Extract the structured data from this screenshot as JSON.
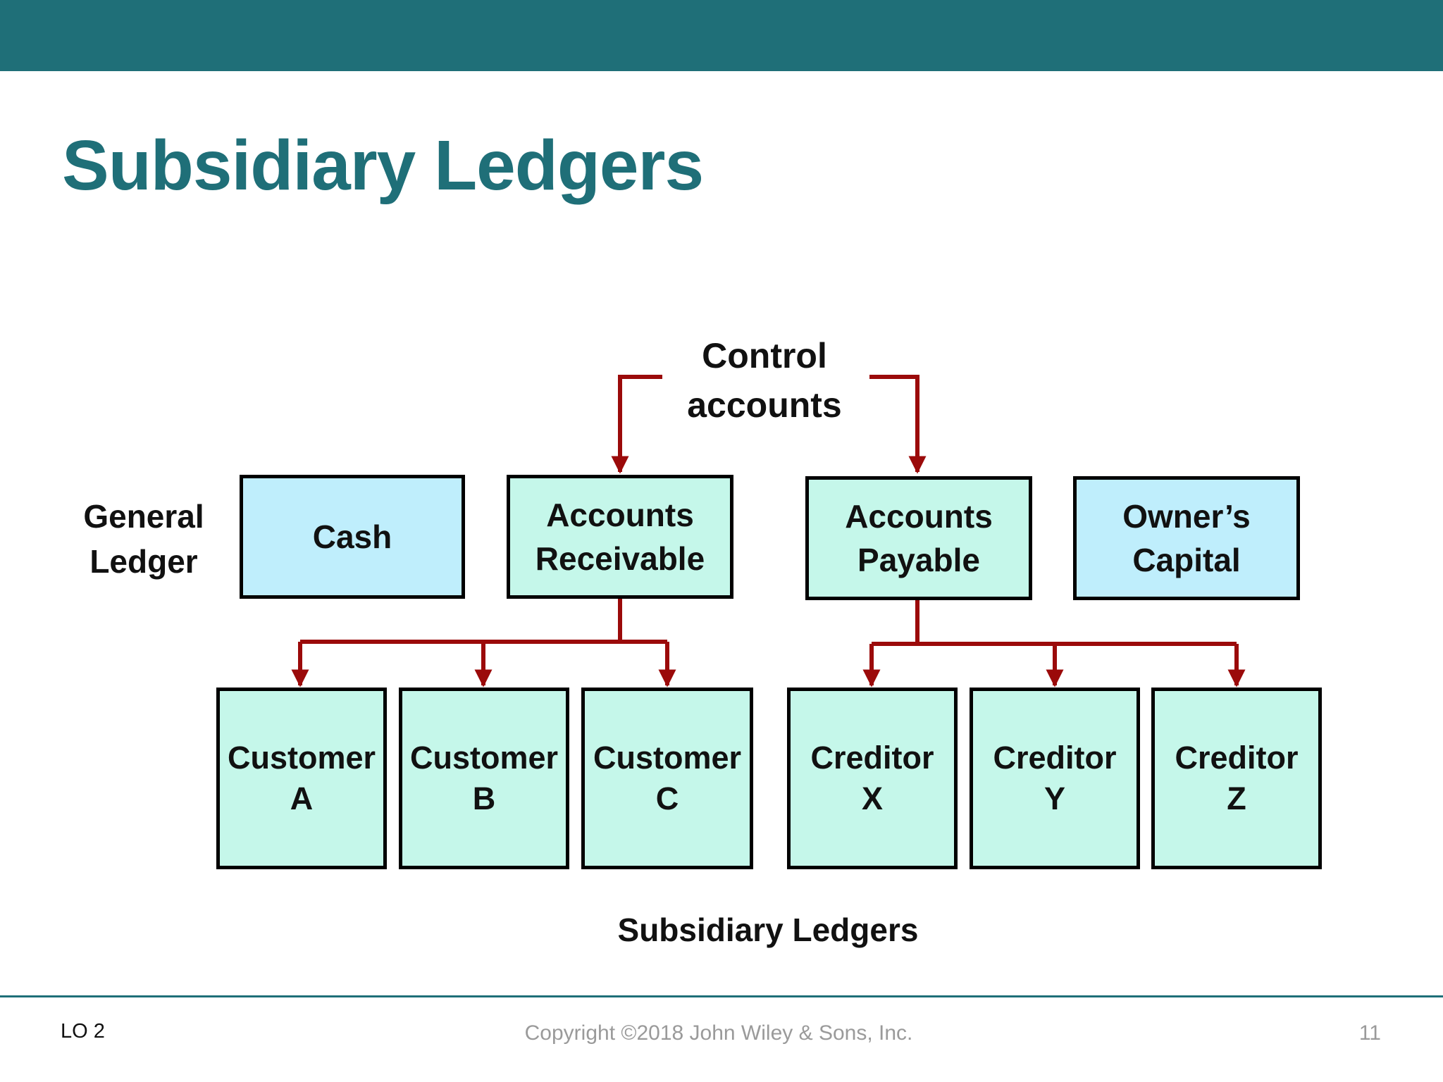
{
  "slide": {
    "title": "Subsidiary Ledgers",
    "footer_left": "LO 2",
    "footer_center": "Copyright ©2018 John Wiley & Sons, Inc.",
    "page_number": "11"
  },
  "diagram": {
    "control_label": [
      "Control",
      "accounts"
    ],
    "general_ledger_label": [
      "General",
      "Ledger"
    ],
    "subsidiary_label": "Subsidiary Ledgers",
    "general_accounts": [
      {
        "lines": [
          "Cash"
        ],
        "fill": "#bfeefc"
      },
      {
        "lines": [
          "Accounts",
          "Receivable"
        ],
        "fill": "#c5f7ea"
      },
      {
        "lines": [
          "Accounts",
          "Payable"
        ],
        "fill": "#c5f7ea"
      },
      {
        "lines": [
          "Owner’s",
          "Capital"
        ],
        "fill": "#bfeefc"
      }
    ],
    "subsidiary_accounts": [
      {
        "lines": [
          "Customer",
          "A"
        ]
      },
      {
        "lines": [
          "Customer",
          "B"
        ]
      },
      {
        "lines": [
          "Customer",
          "C"
        ]
      },
      {
        "lines": [
          "Creditor",
          "X"
        ]
      },
      {
        "lines": [
          "Creditor",
          "Y"
        ]
      },
      {
        "lines": [
          "Creditor",
          "Z"
        ]
      }
    ],
    "colors": {
      "header_bar": "#1f6f78",
      "arrow": "#9b0a0a",
      "light_blue_fill": "#bfeefc",
      "mint_fill": "#c5f7ea"
    }
  }
}
